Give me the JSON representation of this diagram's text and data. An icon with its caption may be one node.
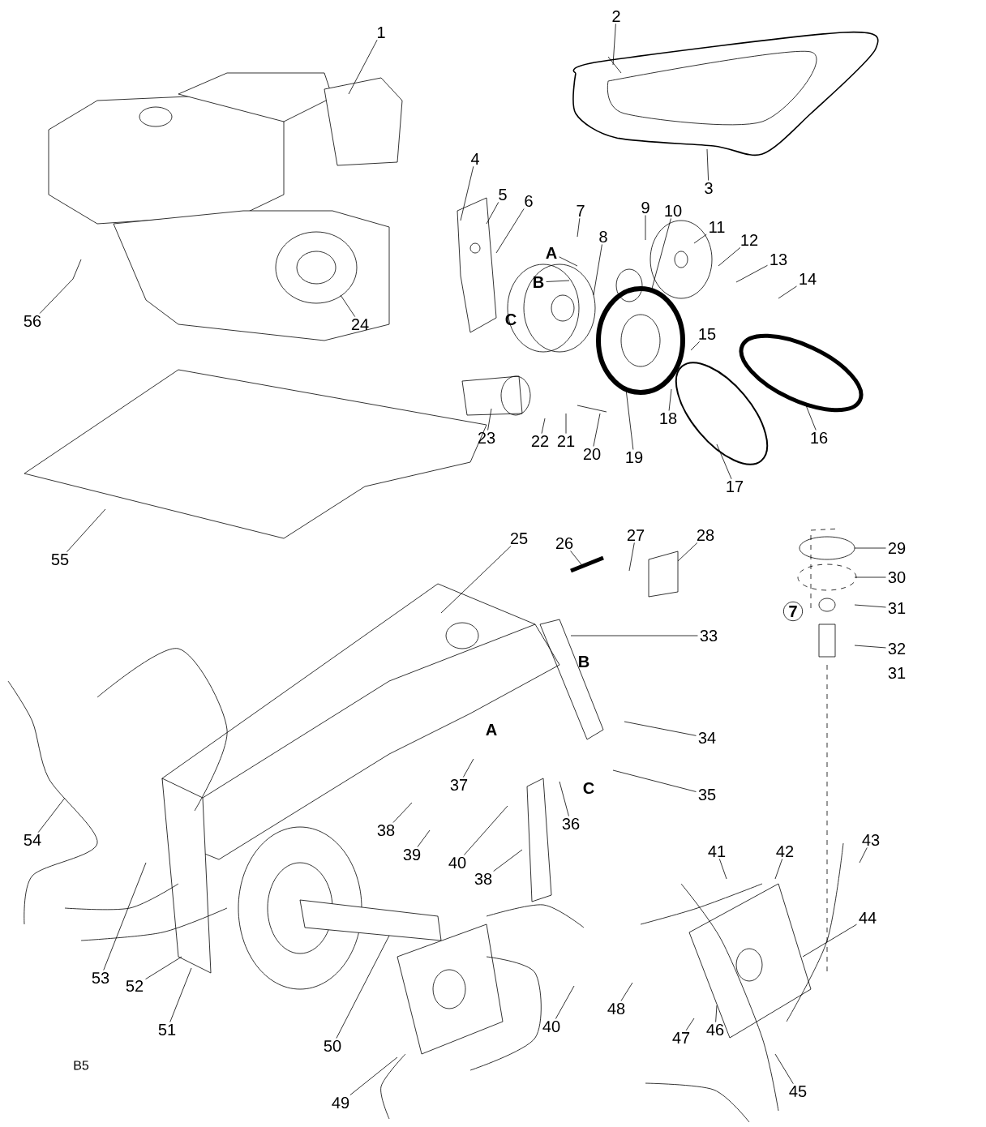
{
  "diagram": {
    "nodes": [
      {
        "text": [
          "1"
        ]
      },
      {
        "text": [
          "2"
        ]
      },
      {
        "text": [
          "3"
        ]
      },
      {
        "text": [
          "4"
        ]
      },
      {
        "text": [
          "5"
        ]
      },
      {
        "text": [
          "6"
        ]
      },
      {
        "text": [
          "7"
        ]
      },
      {
        "text": [
          "8"
        ]
      },
      {
        "text": [
          "9"
        ]
      },
      {
        "text": [
          "10"
        ]
      },
      {
        "text": [
          "11"
        ]
      },
      {
        "text": [
          "12"
        ]
      },
      {
        "text": [
          "13"
        ]
      },
      {
        "text": [
          "14"
        ]
      },
      {
        "text": [
          "15"
        ]
      },
      {
        "text": [
          "16"
        ]
      },
      {
        "text": [
          "17"
        ]
      },
      {
        "text": [
          "18"
        ]
      },
      {
        "text": [
          "19"
        ]
      },
      {
        "text": [
          "20"
        ]
      },
      {
        "text": [
          "21"
        ]
      },
      {
        "text": [
          "22"
        ]
      },
      {
        "text": [
          "23"
        ]
      },
      {
        "text": [
          "24"
        ]
      },
      {
        "text": [
          "25"
        ]
      },
      {
        "text": [
          "26"
        ]
      },
      {
        "text": [
          "27"
        ]
      },
      {
        "text": [
          "28"
        ]
      },
      {
        "text": [
          "29"
        ]
      },
      {
        "text": [
          "30"
        ]
      },
      {
        "text": [
          "31"
        ]
      },
      {
        "text": [
          "32"
        ]
      },
      {
        "text": [
          "31"
        ]
      },
      {
        "text": [
          "33"
        ]
      },
      {
        "text": [
          "34"
        ]
      },
      {
        "text": [
          "35"
        ]
      },
      {
        "text": [
          "36"
        ]
      },
      {
        "text": [
          "37"
        ]
      },
      {
        "text": [
          "38"
        ]
      },
      {
        "text": [
          "39"
        ]
      },
      {
        "text": [
          "40"
        ]
      },
      {
        "text": [
          "38"
        ]
      },
      {
        "text": [
          "40"
        ]
      },
      {
        "text": [
          "41"
        ]
      },
      {
        "text": [
          "42"
        ]
      },
      {
        "text": [
          "43"
        ]
      },
      {
        "text": [
          "44"
        ]
      },
      {
        "text": [
          "45"
        ]
      },
      {
        "text": [
          "46"
        ]
      },
      {
        "text": [
          "47"
        ]
      },
      {
        "text": [
          "48"
        ]
      },
      {
        "text": [
          "49"
        ]
      },
      {
        "text": [
          "50"
        ]
      },
      {
        "text": [
          "51"
        ]
      },
      {
        "text": [
          "52"
        ]
      },
      {
        "text": [
          "53"
        ]
      },
      {
        "text": [
          "54"
        ]
      },
      {
        "text": [
          "55"
        ]
      },
      {
        "text": [
          "56"
        ]
      },
      {
        "text": [
          "A"
        ]
      },
      {
        "text": [
          "B"
        ]
      }
    ],
    "edges": [
      {
        "from": 0,
        "to": null,
        "arrow": "none"
      },
      {
        "from": 1,
        "to": null,
        "arrow": "none"
      },
      {
        "from": 2,
        "to": null,
        "arrow": "none"
      },
      {
        "from": 3,
        "to": null,
        "arrow": "none"
      },
      {
        "from": 4,
        "to": null,
        "arrow": "none"
      },
      {
        "from": 5,
        "to": null,
        "arrow": "none"
      },
      {
        "from": 6,
        "to": null,
        "arrow": "none"
      },
      {
        "from": 7,
        "to": null,
        "arrow": "none"
      },
      {
        "from": 8,
        "to": null,
        "arrow": "none"
      },
      {
        "from": 9,
        "to": null,
        "arrow": "none"
      },
      {
        "from": 10,
        "to": null,
        "arrow": "none"
      },
      {
        "from": 11,
        "to": null,
        "arrow": "none"
      },
      {
        "from": 12,
        "to": null,
        "arrow": "none"
      },
      {
        "from": 13,
        "to": null,
        "arrow": "none"
      },
      {
        "from": 14,
        "to": null,
        "arrow": "none"
      },
      {
        "from": 15,
        "to": null,
        "arrow": "none"
      },
      {
        "from": 16,
        "to": null,
        "arrow": "none"
      },
      {
        "from": 17,
        "to": null,
        "arrow": "none"
      },
      {
        "from": 18,
        "to": null,
        "arrow": "none"
      },
      {
        "from": 19,
        "to": null,
        "arrow": "none"
      },
      {
        "from": 20,
        "to": null,
        "arrow": "none"
      },
      {
        "from": 21,
        "to": null,
        "arrow": "none"
      },
      {
        "from": 22,
        "to": null,
        "arrow": "none"
      },
      {
        "from": 23,
        "to": null,
        "arrow": "none"
      },
      {
        "from": 24,
        "to": null,
        "arrow": "none"
      },
      {
        "from": 25,
        "to": null,
        "arrow": "none"
      },
      {
        "from": 26,
        "to": null,
        "arrow": "none"
      },
      {
        "from": 27,
        "to": null,
        "arrow": "none"
      },
      {
        "from": 28,
        "to": null,
        "arrow": "none"
      },
      {
        "from": 29,
        "to": null,
        "arrow": "none"
      },
      {
        "from": 30,
        "to": null,
        "arrow": "none"
      },
      {
        "from": 31,
        "to": null,
        "arrow": "none"
      },
      {
        "from": 33,
        "to": null,
        "arrow": "none"
      },
      {
        "from": 34,
        "to": null,
        "arrow": "none"
      },
      {
        "from": 35,
        "to": null,
        "arrow": "none"
      },
      {
        "from": 36,
        "to": null,
        "arrow": "none"
      },
      {
        "from": 37,
        "to": null,
        "arrow": "none"
      },
      {
        "from": 38,
        "to": null,
        "arrow": "none"
      },
      {
        "from": 39,
        "to": null,
        "arrow": "none"
      },
      {
        "from": 40,
        "to": null,
        "arrow": "none"
      },
      {
        "from": 41,
        "to": null,
        "arrow": "none"
      },
      {
        "from": 42,
        "to": null,
        "arrow": "none"
      },
      {
        "from": 43,
        "to": null,
        "arrow": "none"
      },
      {
        "from": 44,
        "to": null,
        "arrow": "none"
      },
      {
        "from": 45,
        "to": null,
        "arrow": "none"
      },
      {
        "from": 46,
        "to": null,
        "arrow": "none"
      },
      {
        "from": 47,
        "to": null,
        "arrow": "none"
      },
      {
        "from": 48,
        "to": null,
        "arrow": "none"
      },
      {
        "from": 49,
        "to": null,
        "arrow": "none"
      },
      {
        "from": 50,
        "to": null,
        "arrow": "none"
      },
      {
        "from": 51,
        "to": null,
        "arrow": "none"
      },
      {
        "from": 52,
        "to": null,
        "arrow": "none"
      },
      {
        "from": 53,
        "to": null,
        "arrow": "none"
      },
      {
        "from": 54,
        "to": null,
        "arrow": "none"
      },
      {
        "from": 55,
        "to": null,
        "arrow": "none"
      },
      {
        "from": 56,
        "to": null,
        "arrow": "none"
      },
      {
        "from": 57,
        "to": null,
        "arrow": "none"
      },
      {
        "from": 58,
        "to": null,
        "arrow": "none"
      },
      {
        "from": 59,
        "to": null,
        "arrow": "none"
      },
      {
        "from": 60,
        "to": null,
        "arrow": "none"
      }
    ],
    "labels": [
      "C",
      "7",
      "B",
      "A",
      "C",
      "B5"
    ]
  }
}
